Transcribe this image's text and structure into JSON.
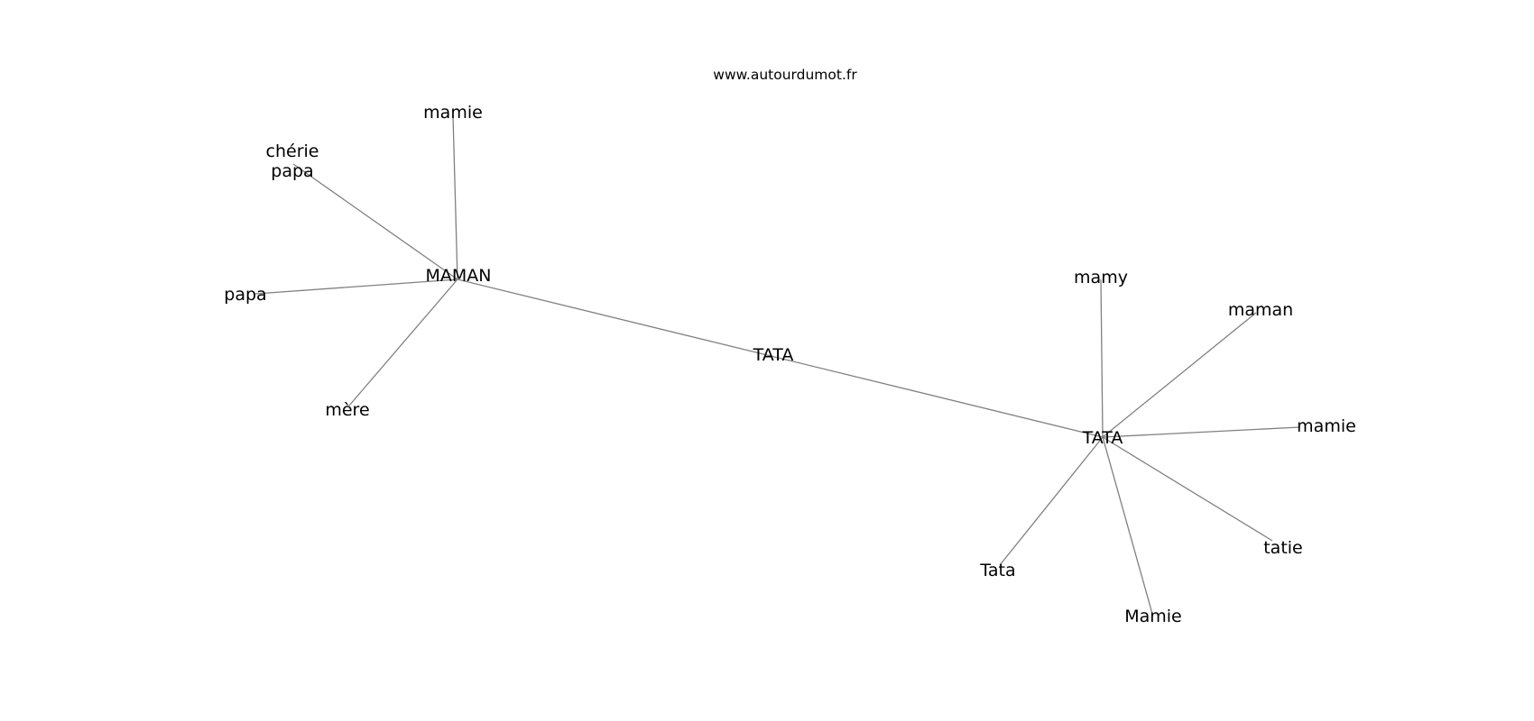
{
  "source": "www.autourdumot.fr",
  "nodes": [
    {
      "id": "n_maman_center",
      "label": "MAMAN"
    },
    {
      "id": "n_tata_mid",
      "label": "TATA"
    },
    {
      "id": "n_tata_center",
      "label": "TATA"
    },
    {
      "id": "n_mamie_top",
      "label": "mamie"
    },
    {
      "id": "n_cherie_papa",
      "label": "chérie",
      "label2": "papa"
    },
    {
      "id": "n_papa",
      "label": "papa"
    },
    {
      "id": "n_mere",
      "label": "mère"
    },
    {
      "id": "n_mamy",
      "label": "mamy"
    },
    {
      "id": "n_maman",
      "label": "maman"
    },
    {
      "id": "n_mamie_right",
      "label": "mamie"
    },
    {
      "id": "n_tatie",
      "label": "tatie"
    },
    {
      "id": "n_mamie_cap",
      "label": "Mamie"
    },
    {
      "id": "n_tata_cap",
      "label": "Tata"
    }
  ],
  "edges": [
    [
      "n_maman_center",
      "n_mamie_top"
    ],
    [
      "n_maman_center",
      "n_cherie_papa"
    ],
    [
      "n_maman_center",
      "n_papa"
    ],
    [
      "n_maman_center",
      "n_mere"
    ],
    [
      "n_maman_center",
      "n_tata_center"
    ],
    [
      "n_tata_center",
      "n_mamy"
    ],
    [
      "n_tata_center",
      "n_maman"
    ],
    [
      "n_tata_center",
      "n_mamie_right"
    ],
    [
      "n_tata_center",
      "n_tatie"
    ],
    [
      "n_tata_center",
      "n_mamie_cap"
    ],
    [
      "n_tata_center",
      "n_tata_cap"
    ]
  ]
}
